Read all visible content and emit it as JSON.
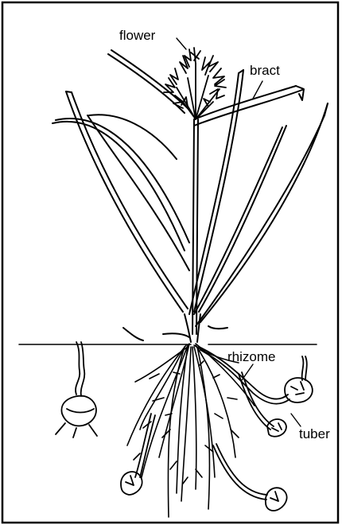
{
  "labels": {
    "flower": "flower",
    "bract": "bract",
    "rhizome": "rhizome",
    "tuber": "tuber"
  },
  "colors": {
    "ink": "#000000",
    "paper": "#ffffff"
  }
}
